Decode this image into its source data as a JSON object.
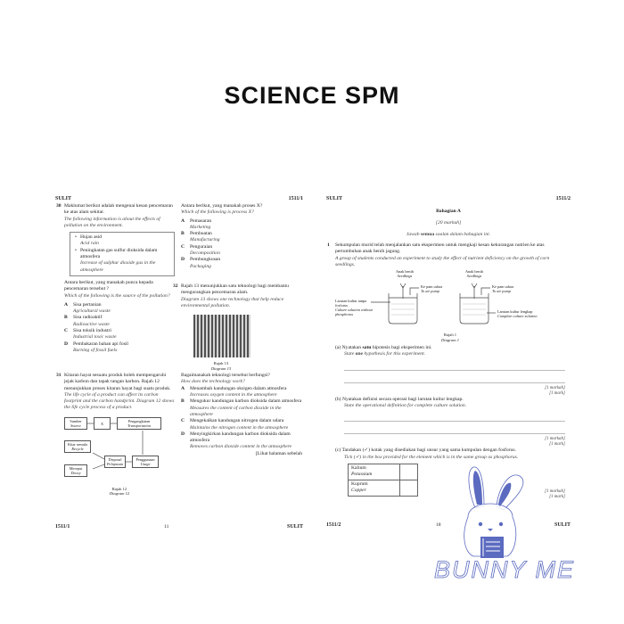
{
  "title": "SCIENCE SPM",
  "left": {
    "header_left": "SULIT",
    "header_right": "1511/1",
    "footer_left": "1511/1",
    "footer_page": "11",
    "footer_next": "[Lihat halaman sebelah",
    "footer_right": "SULIT",
    "q30": {
      "num": "30",
      "ms": "Maklumat berikut adalah mengenai kesan pencemaran ke atas alam sekitar.",
      "en": "The following information is about the effects of pollution on the environment.",
      "box": [
        {
          "ms": "Hujan asid",
          "en": "Acid rain"
        },
        {
          "ms": "Peningkatan gas sulfur dioksida dalam atmosfera",
          "en": "Increase of sulphur dioxide gas in the atmosphere"
        }
      ],
      "ask_ms": "Antara berikut, yang manakah punca kepada pencemaran tersebut ?",
      "ask_en": "Which of the following is the source of the pollution?",
      "options": [
        {
          "l": "A",
          "ms": "Sisa pertanian",
          "en": "Agricultural waste"
        },
        {
          "l": "B",
          "ms": "Sisa radioaktif",
          "en": "Radioactive waste"
        },
        {
          "l": "C",
          "ms": "Sisa toksik industri",
          "en": "Industrial toxic waste"
        },
        {
          "l": "D",
          "ms": "Pembakaran bahan api fosil",
          "en": "Burning of fossil fuels"
        }
      ]
    },
    "q31": {
      "num": "31",
      "ms": "Kitaran hayat sesuatu produk boleh mempengaruhi jejak karbon dan tapak tangan karbon. Rajah 12 menunjukkan proses kitaran hayat bagi suatu produk.",
      "en": "The life cycle of a product can affect its carbon footprint and the carbon handprint. Diagram 12 shows the life cycle process of a product.",
      "diagram": {
        "source_ms": "Sumber",
        "source_en": "Source",
        "x": "X",
        "transport_ms": "Pengangkutan",
        "transport_en": "Transportation",
        "usage_ms": "Penggunaan",
        "usage_en": "Usage",
        "disposal_ms": "Disposal",
        "disposal_en": "Pelupusan",
        "recycle_ms": "Kitar semula",
        "recycle_en": "Recycle",
        "decay_ms": "Mereput",
        "decay_en": "Decay",
        "cap_ms": "Rajah 12",
        "cap_en": "Diagram 12"
      }
    },
    "qx": {
      "ask_ms": "Antara berikut, yang manakah proses X?",
      "ask_en": "Which of the following is process X?",
      "options": [
        {
          "l": "A",
          "ms": "Pemasaran",
          "en": "Marketing"
        },
        {
          "l": "B",
          "ms": "Pembuatan",
          "en": "Manufacturing"
        },
        {
          "l": "C",
          "ms": "Penguraian",
          "en": "Decomposition"
        },
        {
          "l": "D",
          "ms": "Pembungkusan",
          "en": "Packaging"
        }
      ]
    },
    "q32": {
      "num": "32",
      "ms": "Rajah 13 menunjukkan satu teknologi bagi membantu mengurangkan pencemaran alam.",
      "en": "Diagram 13 shows one technology that help reduce environmental pollution.",
      "cap_ms": "Rajah 13",
      "cap_en": "Diagram 13",
      "ask_ms": "Bagaimanakah teknologi tersebut berfungsi?",
      "ask_en": "How does the technology work?",
      "options": [
        {
          "l": "A",
          "ms": "Menambah kandungan oksigen dalam atmosfera",
          "en": "Increases oxygen content in the atmosphere"
        },
        {
          "l": "B",
          "ms": "Mengukur kandungan karbon dioksida dalam atmosfera",
          "en": "Measures the content of carbon dioxide in the atmosphere"
        },
        {
          "l": "C",
          "ms": "Mengekalkan kandungan nitrogen dalam udara",
          "en": "Maintains the nitrogen content in the atmosphere"
        },
        {
          "l": "D",
          "ms": "Menyingkirkan kandungan karbon dioksida dalam atmosfera",
          "en": "Removes carbon dioxide content in the atmosphere"
        }
      ]
    }
  },
  "right": {
    "header_left": "SULIT",
    "header_right": "1511/2",
    "section": "Bahagian A",
    "marks_total": "[20 markah]",
    "instr_pre": "Jawab ",
    "instr_bold": "semua",
    "instr_post": " soalan dalam bahagian ini.",
    "q1": {
      "num": "1",
      "ms": "Sekumpulan murid telah menjalankan satu eksperimen untuk mengkaji kesan kekurangan nutrien ke atas pertumbuhan anak benih jagung.",
      "en": "A group of students conducted an experiment to study the effect of nutrient deficiency on the growth of corn seedlings.",
      "diagram": {
        "seedlings_ms": "Anak benih",
        "seedlings_en": "Seedlings",
        "pump_ms": "Ke pam udara",
        "pump_en": "To air pump",
        "without_ms": "Larutan kultur tanpa fosforus",
        "without_en": "Culture solution without phosphorus",
        "complete_ms": "Larutan kultur lengkap",
        "complete_en": "Complete culture solution",
        "cap_ms": "Rajah 1",
        "cap_en": "Diagram 1"
      },
      "a": {
        "label": "(a)",
        "ms_pre": "Nyatakan ",
        "ms_bold": "satu",
        "ms_post": " hipotesis bagi eksperimen ini.",
        "en_pre": "State ",
        "en_bold": "one",
        "en_post": " hypothesis for this experiment.",
        "marks_ms": "[1 markah]",
        "marks_en": "[1 mark]"
      },
      "b": {
        "label": "(b)",
        "ms": "Nyatakan definisi secara operasi bagi larutan kultur lengkap.",
        "en": "State the operational definition for complete culture solution.",
        "marks_ms": "[1 markah]",
        "marks_en": "[1 mark]"
      },
      "c": {
        "label": "(c)",
        "ms": "Tandakan (✓) kotak yang disediakan bagi unsur yang sama kumpulan dengan fosforus.",
        "en": "Tick (✓) in the box provided for the element which is in the same group as phosphorus.",
        "rows": [
          {
            "ms": "Kalium",
            "en": "Potassium"
          },
          {
            "ms": "Kuprum",
            "en": "Copper"
          }
        ],
        "marks_ms": "[1 markah]",
        "marks_en": "[1 mark]"
      }
    },
    "footer_left": "1511/2",
    "footer_page": "18",
    "footer_right": "SULIT"
  },
  "watermark": {
    "text": "BUNNY ME",
    "color": "#5b6bc0"
  }
}
